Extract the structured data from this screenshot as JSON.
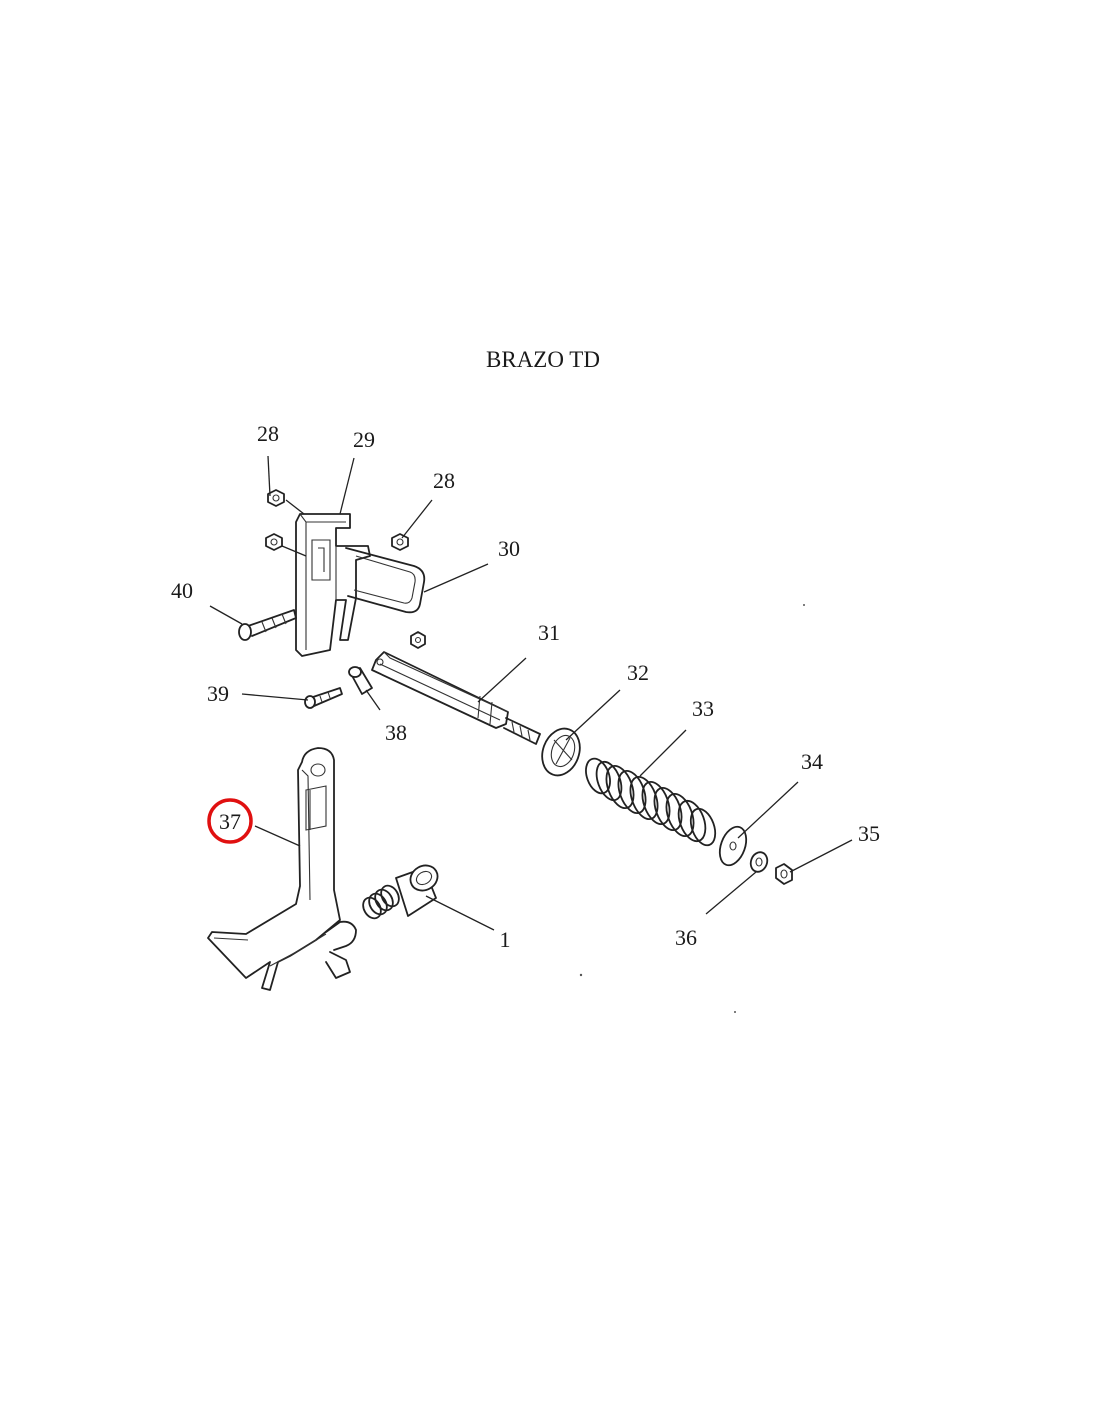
{
  "title": "BRAZO TD",
  "highlight_color": "#e01010",
  "highlighted_part": "37",
  "parts": {
    "p28a": "28",
    "p29": "29",
    "p28b": "28",
    "p30": "30",
    "p40": "40",
    "p31": "31",
    "p32": "32",
    "p39": "39",
    "p33": "33",
    "p38": "38",
    "p34": "34",
    "p37": "37",
    "p35": "35",
    "p1": "1",
    "p36": "36"
  }
}
